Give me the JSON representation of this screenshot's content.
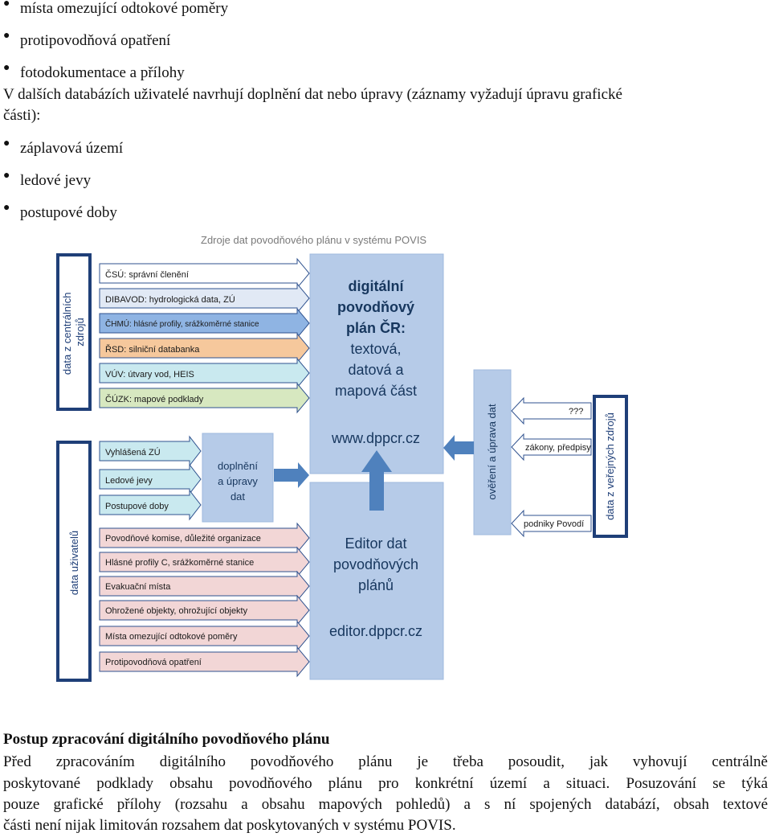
{
  "top_bullets": [
    "místa omezující odtokové poměry",
    "protipovodňová opatření",
    "fotodokumentace a přílohy"
  ],
  "intro_line1": "V dalších databázích uživatelé navrhují doplnění dat nebo úpravy (záznamy vyžadují úpravu grafické",
  "intro_line2": "části):",
  "edit_bullets": [
    "záplavová území",
    "ledové jevy",
    "postupové doby"
  ],
  "diagram": {
    "title": "Zdroje dat povodňového plánu v systému POVIS",
    "left_top_label": [
      "data z centrálních",
      "zdrojů"
    ],
    "left_bottom_label": "data uživatelů",
    "central_sources": [
      "ČSÚ: správní členění",
      "DIBAVOD: hydrologická data, ZÚ",
      "ČHMÚ: hlásné profily, srážkoměrné stanice",
      "ŘSD: silniční databanka",
      "VÚV: útvary vod, HEIS",
      "ČÚZK: mapové podklady"
    ],
    "user_edit_items": [
      "Vyhlášená ZÚ",
      "Ledové jevy",
      "Postupové doby"
    ],
    "user_items": [
      "Povodňové komise, důležité organizace",
      "Hlásné profily C, srážkoměrné stanice",
      "Evakuační místa",
      "Ohrožené objekty, ohrožující objekty",
      "Místa omezující odtokové poměry",
      "Protipovodňová opatření"
    ],
    "dpp_box": [
      "digitální",
      "povodňový",
      "plán ČR:",
      "textová,",
      "datová a",
      "mapová část"
    ],
    "dpp_url": "www.dppcr.cz",
    "edit_box": [
      "doplnění",
      "a úpravy",
      "dat"
    ],
    "editor_box": [
      "Editor dat",
      "povodňových",
      "plánů"
    ],
    "editor_url": "editor.dppcr.cz",
    "verify_label": "ověření a úprava dat",
    "public_label": "data z veřejných zdrojů",
    "public_items": [
      "???",
      "zákony, předpisy",
      "podniky Povodí"
    ]
  },
  "section_heading": "Postup zpracování digitálního povodňového plánu",
  "paragraph": [
    "Před zpracováním digitálního povodňového plánu je třeba posoudit, jak vyhovují centrálně",
    "poskytované podklady obsahu povodňového plánu pro konkrétní území a situaci. Posuzování se týká",
    "pouze grafické přílohy (rozsahu a obsahu mapových pohledů) a s ní spojených databází, obsah textové",
    "části není nijak limitován rozsahem dat poskytovaných v systému POVIS."
  ]
}
